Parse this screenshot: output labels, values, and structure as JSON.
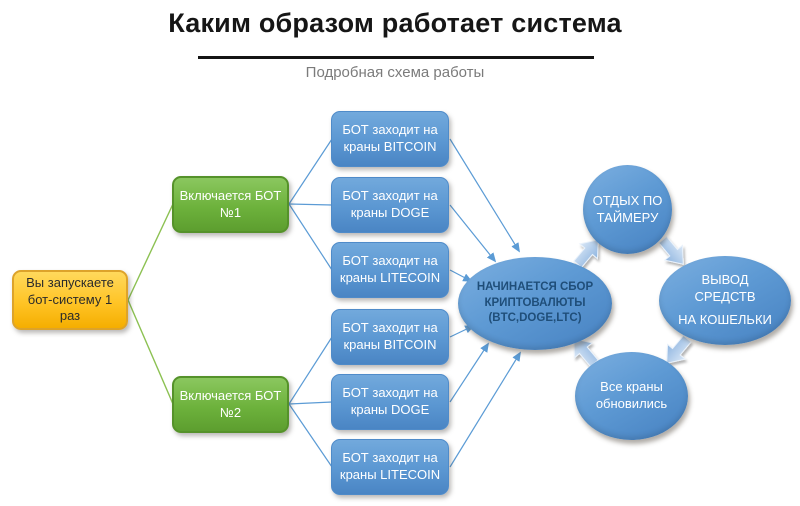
{
  "header": {
    "title": "Каким образом работает система",
    "subtitle": "Подробная схема работы"
  },
  "diagram": {
    "start_node": {
      "label": "Вы запускаете бот-систему 1 раз"
    },
    "bot_nodes": [
      {
        "label": "Включается БОТ №1"
      },
      {
        "label": "Включается БОТ №2"
      }
    ],
    "faucet_nodes": [
      {
        "label": "БОТ заходит на краны BITCOIN"
      },
      {
        "label": "БОТ заходит на краны DOGE"
      },
      {
        "label": "БОТ заходит на краны LITECOIN"
      },
      {
        "label": "БОТ заходит на краны BITCOIN"
      },
      {
        "label": "БОТ заходит на краны DOGE"
      },
      {
        "label": "БОТ заходит на краны LITECOIN"
      }
    ],
    "collect_node": {
      "label": "НАЧИНАЕТСЯ СБОР КРИПТОВАЛЮТЫ (BTC,DOGE,LTC)"
    },
    "cycle_nodes": [
      {
        "id": "rest",
        "label": "ОТДЫХ ПО ТАЙМЕРУ"
      },
      {
        "id": "withdraw",
        "lines": [
          "ВЫВОД СРЕДСТВ",
          "НА КОШЕЛЬКИ"
        ]
      },
      {
        "id": "refresh",
        "label": "Все краны обновились"
      }
    ]
  },
  "colors": {
    "start_fill": "#ffc426",
    "start_border": "#dda32a",
    "bot_fill": "#6db23c",
    "bot_border": "#55922a",
    "faucet_fill": "#5b97d2",
    "cycle_fill": "#5e9ad4",
    "collect_text": "#1f4e79",
    "green_line": "#8cc152",
    "blue_line": "#5b9bd5",
    "chevron_fill": "#a9c6e8",
    "title_text": "#161616",
    "subtitle_text": "#7b7b7b"
  }
}
